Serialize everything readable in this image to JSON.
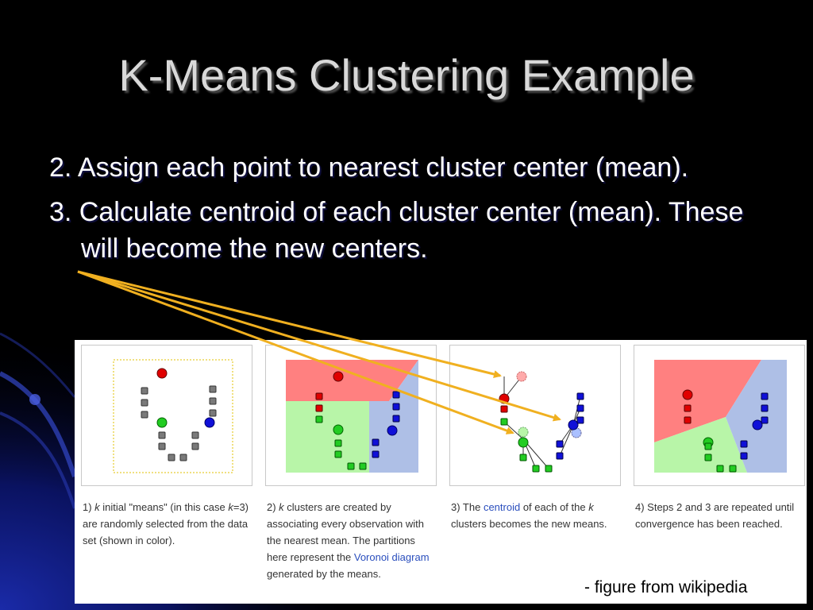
{
  "slide": {
    "title": "K-Means Clustering Example",
    "bullets": [
      "2. Assign each point to nearest cluster center (mean).",
      "3. Calculate centroid of each cluster center (mean).  These will become the new centers."
    ],
    "credit": "- figure from wikipedia"
  },
  "figure": {
    "panels": [
      {
        "caption": [
          {
            "t": "1) "
          },
          {
            "t": "k",
            "i": true
          },
          {
            "t": " initial \"means\" (in this case "
          },
          {
            "t": "k",
            "i": true
          },
          {
            "t": "=3) are randomly selected from the data set (shown in color)."
          }
        ]
      },
      {
        "caption": [
          {
            "t": "2) "
          },
          {
            "t": "k",
            "i": true
          },
          {
            "t": " clusters are created by associating every observation with the nearest mean. The partitions here represent the "
          },
          {
            "t": "Voronoi diagram",
            "link": true
          },
          {
            "t": " generated by the means."
          }
        ]
      },
      {
        "caption": [
          {
            "t": "3) The "
          },
          {
            "t": "centroid",
            "link": true
          },
          {
            "t": " of each of the "
          },
          {
            "t": "k",
            "i": true
          },
          {
            "t": " clusters becomes the new means."
          }
        ]
      },
      {
        "caption": [
          {
            "t": "4) Steps 2 and 3 are repeated until convergence has been reached."
          }
        ]
      }
    ]
  },
  "colors": {
    "red": "#e00000",
    "green": "#22cc22",
    "blue": "#1010d8",
    "gray": "#7a7a7a",
    "region_red": "#ff8080",
    "region_green": "#b8f5a8",
    "region_blue": "#aebfe6",
    "arrow": "#f0b020"
  }
}
